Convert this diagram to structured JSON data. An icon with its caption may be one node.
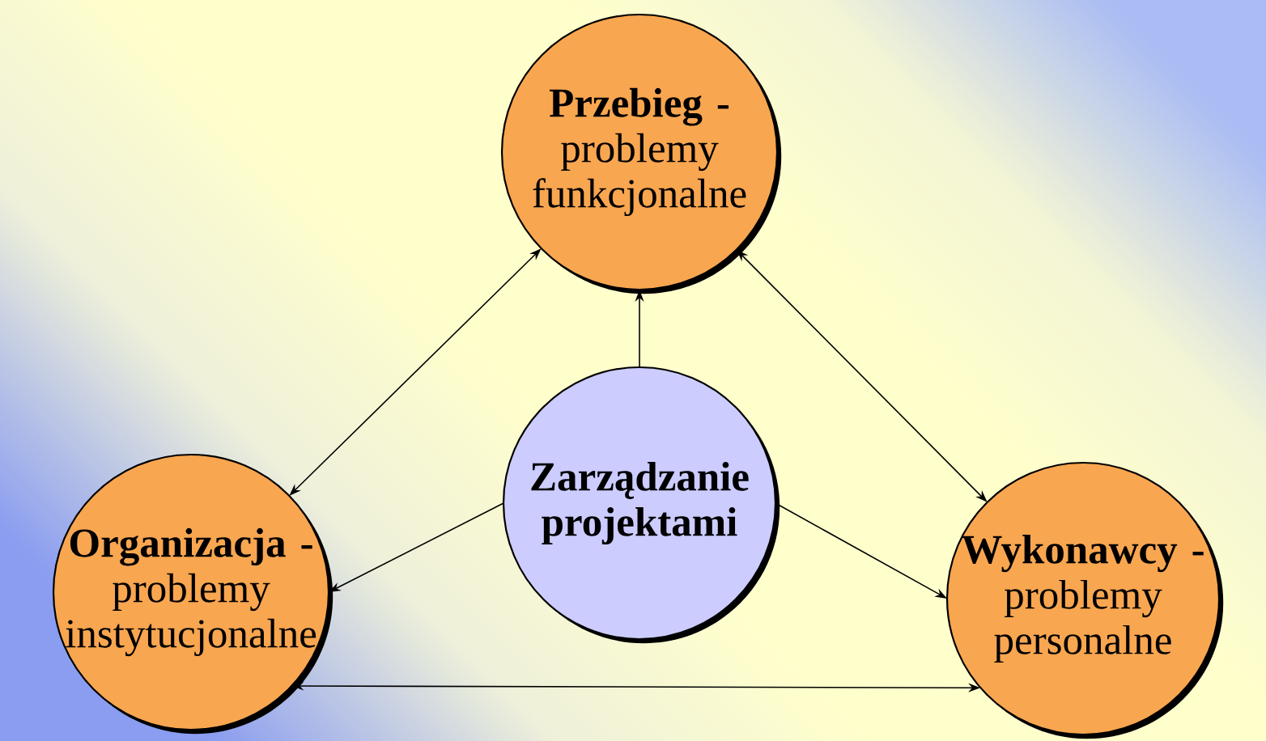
{
  "diagram": {
    "nodes": [
      {
        "text": [
          "Przebieg -",
          "problemy funkcjonalne"
        ]
      },
      {
        "text": [
          "Zarządzanie projektami"
        ]
      },
      {
        "text": [
          "Organizacja -",
          "problemy instytucjonalne"
        ]
      },
      {
        "text": [
          "Wykonawcy -",
          "problemy personalne"
        ]
      }
    ],
    "edges": [
      {
        "from": 1,
        "to": 0,
        "arrow": "to"
      },
      {
        "from": 1,
        "to": 2,
        "arrow": "to"
      },
      {
        "from": 1,
        "to": 3,
        "arrow": "to"
      },
      {
        "from": 0,
        "to": 2,
        "arrow": "both"
      },
      {
        "from": 0,
        "to": 3,
        "arrow": "both"
      },
      {
        "from": 2,
        "to": 3,
        "arrow": "both"
      }
    ]
  }
}
